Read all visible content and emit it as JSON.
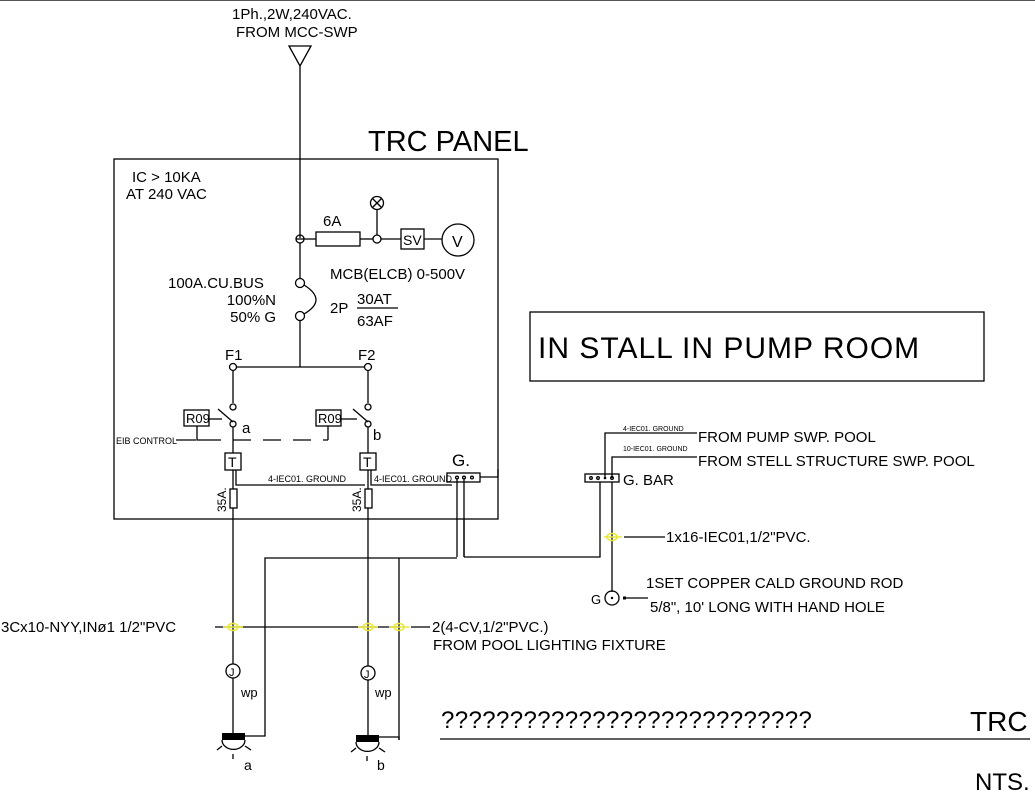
{
  "supply": {
    "line1": "1Ph.,2W,240VAC.",
    "line2": "FROM MCC-SWP"
  },
  "panel": {
    "title": "TRC PANEL",
    "ic_rating": "IC > 10KA",
    "ic_voltage": "AT 240 VAC",
    "fuse_label": "6A",
    "sv_label": "SV",
    "voltmeter_label": "V",
    "bus_line1": "100A.CU.BUS",
    "bus_line2": "100%N",
    "bus_line3": "50% G",
    "mcb_label": "MCB(ELCB) 0-500V",
    "mcb_poles": "2P",
    "mcb_trip": "30AT",
    "mcb_frame": "63AF",
    "feeders": [
      {
        "name": "F1",
        "relay": "R09",
        "circuit": "a",
        "terminal": "T",
        "fuse": "35A."
      },
      {
        "name": "F2",
        "relay": "R09",
        "circuit": "b",
        "terminal": "T",
        "fuse": "35A."
      }
    ],
    "eib_control": "EIB CONTROL",
    "ground_label_1": "4-IEC01. GROUND",
    "ground_label_2": "4-IEC01. GROUND",
    "ground_bar_label": "G."
  },
  "note_box": "IN STALL IN PUMP ROOM",
  "gbar": {
    "label": "G. BAR",
    "input1_cable": "4-IEC01. GROUND",
    "input1_from": "FROM PUMP SWP. POOL",
    "input2_cable": "10-IEC01. GROUND",
    "input2_from": "FROM STELL STRUCTURE SWP. POOL",
    "conductor": "1x16-IEC01,1/2\"PVC.",
    "rod_symbol": "G",
    "rod_line1": "1SET COPPER CALD GROUND ROD",
    "rod_line2": "5/8\", 10' LONG WITH HAND HOLE"
  },
  "field": {
    "feeder_cable": "3Cx10-NYY,INø1 1/2\"PVC",
    "fixture_cable": "2(4-CV,1/2\"PVC.)",
    "fixture_from": "FROM POOL LIGHTING FIXTURE",
    "junction_symbol": "J",
    "wp_label": "wp",
    "fixtures": [
      {
        "label": "a"
      },
      {
        "label": "b"
      }
    ]
  },
  "title_block": {
    "title_placeholder": "???????????????????????????",
    "title_suffix": "TRC",
    "scale": "NTS."
  }
}
